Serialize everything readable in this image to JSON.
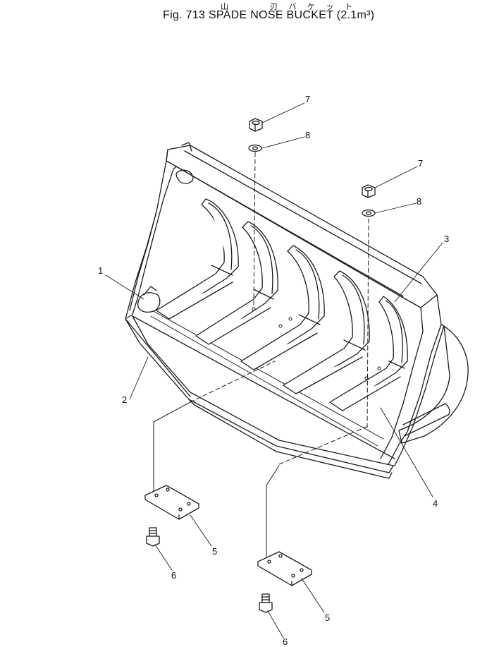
{
  "title": {
    "kana_1": "山",
    "kana_2": "刃 バ ケ ッ ト",
    "text": "Fig. 713  SPADE  NOSE  BUCKET  (2.1m³)"
  },
  "callouts": [
    {
      "id": "c1",
      "label": "1"
    },
    {
      "id": "c2",
      "label": "2"
    },
    {
      "id": "c3",
      "label": "3"
    },
    {
      "id": "c4",
      "label": "4"
    },
    {
      "id": "c5a",
      "label": "5"
    },
    {
      "id": "c5b",
      "label": "5"
    },
    {
      "id": "c6a",
      "label": "6"
    },
    {
      "id": "c6b",
      "label": "6"
    },
    {
      "id": "c7a",
      "label": "7"
    },
    {
      "id": "c7b",
      "label": "7"
    },
    {
      "id": "c8a",
      "label": "8"
    },
    {
      "id": "c8b",
      "label": "8"
    }
  ]
}
